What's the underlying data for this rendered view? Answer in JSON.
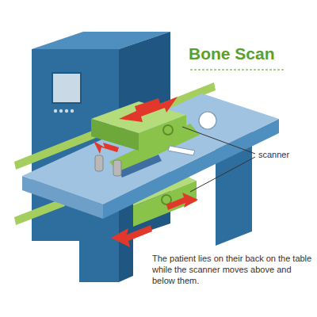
{
  "diagram": {
    "title": "Bone Scan",
    "caption": "The patient lies on their back on the table while the scanner moves above and below them.",
    "labels": [
      "scanner"
    ]
  }
}
